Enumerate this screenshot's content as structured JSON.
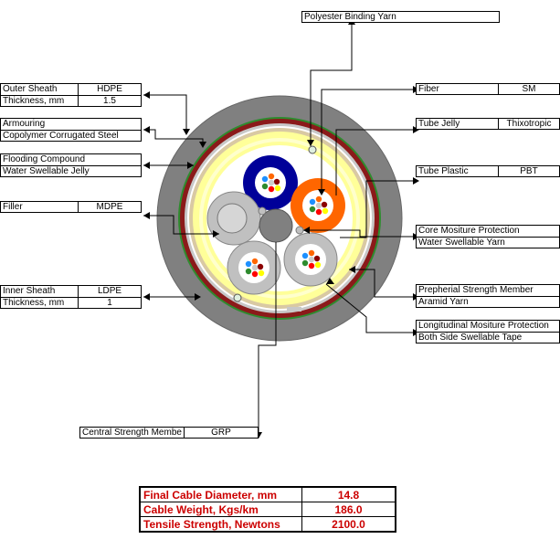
{
  "labels": {
    "binding_yarn": {
      "name": "Polyester Binding Yarn"
    },
    "outer_sheath": {
      "name": "Outer Sheath",
      "material": "HDPE",
      "thickness_label": "Thickness, mm",
      "thickness": "1.5"
    },
    "armouring": {
      "name": "Armouring",
      "material": "Copolymer Corrugated Steel"
    },
    "flooding": {
      "name": "Flooding Compound",
      "material": "Water Swellable Jelly"
    },
    "filler": {
      "name": "Filler",
      "material": "MDPE"
    },
    "inner_sheath": {
      "name": "Inner Sheath",
      "material": "LDPE",
      "thickness_label": "Thickness, mm",
      "thickness": "1"
    },
    "central_member": {
      "name": "Central Strength Membe",
      "material": "GRP"
    },
    "fiber": {
      "name": "Fiber",
      "value": "SM"
    },
    "tube_jelly": {
      "name": "Tube Jelly",
      "value": "Thixotropic"
    },
    "tube_plastic": {
      "name": "Tube Plastic",
      "value": "PBT"
    },
    "core_moisture": {
      "name": "Core Mositure Protection",
      "material": "Water Swellable Yarn"
    },
    "peripheral": {
      "name": "Prepherial Strength Member",
      "material": "Aramid Yarn"
    },
    "longitudinal": {
      "name": "Longitudinal Mositure Protection",
      "material": "Both Side Swellable Tape"
    }
  },
  "summary": [
    {
      "label": "Final Cable Diameter, mm",
      "value": "14.8"
    },
    {
      "label": "Cable Weight, Kgs/km",
      "value": "186.0"
    },
    {
      "label": "Tensile Strength, Newtons",
      "value": "2100.0"
    }
  ],
  "colors": {
    "outer_sheath": "#808080",
    "armour": "#8b1a1a",
    "stripe": "#2e8b2e",
    "jelly": "#ffff99",
    "tube_blue": "#000099",
    "tube_orange": "#ff6600",
    "filler": "#c0c0c0",
    "central": "#808080",
    "summary_text": "#cc0000"
  }
}
